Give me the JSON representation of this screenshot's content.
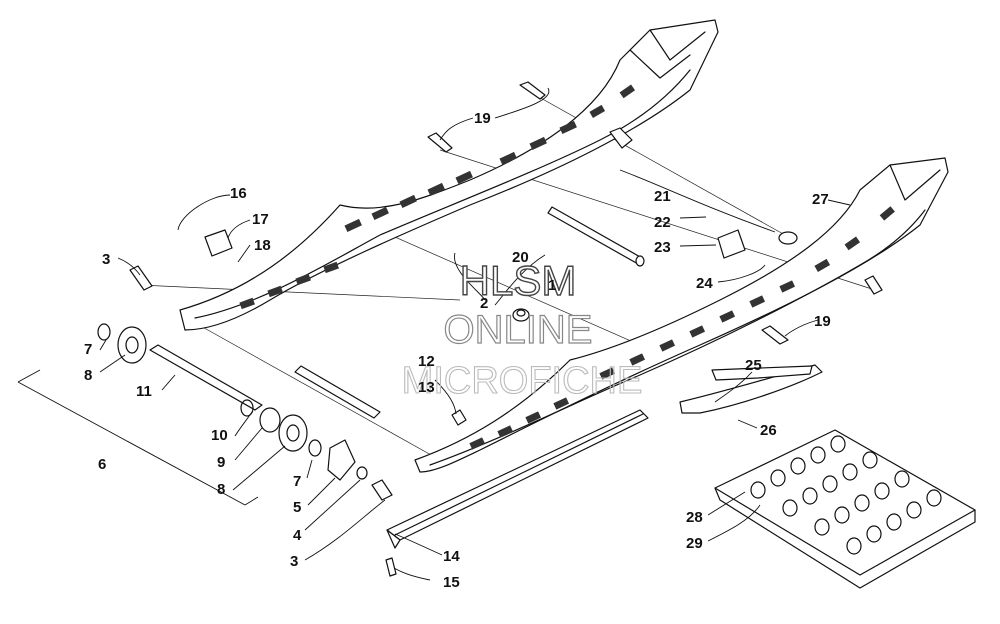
{
  "watermark": {
    "line1": "HLSM",
    "line2": "ONLINE",
    "line3": "MICROFICHE"
  },
  "callouts": {
    "c1": "1",
    "c2": "2",
    "c3a": "3",
    "c3b": "3",
    "c4": "4",
    "c5": "5",
    "c6": "6",
    "c7a": "7",
    "c7b": "7",
    "c8a": "8",
    "c8b": "8",
    "c9": "9",
    "c10": "10",
    "c11": "11",
    "c12": "12",
    "c13": "13",
    "c14": "14",
    "c15": "15",
    "c16": "16",
    "c17": "17",
    "c18": "18",
    "c19a": "19",
    "c19b": "19",
    "c20": "20",
    "c21": "21",
    "c22": "22",
    "c23": "23",
    "c24": "24",
    "c25": "25",
    "c26": "26",
    "c27": "27",
    "c28": "28",
    "c29": "29"
  }
}
